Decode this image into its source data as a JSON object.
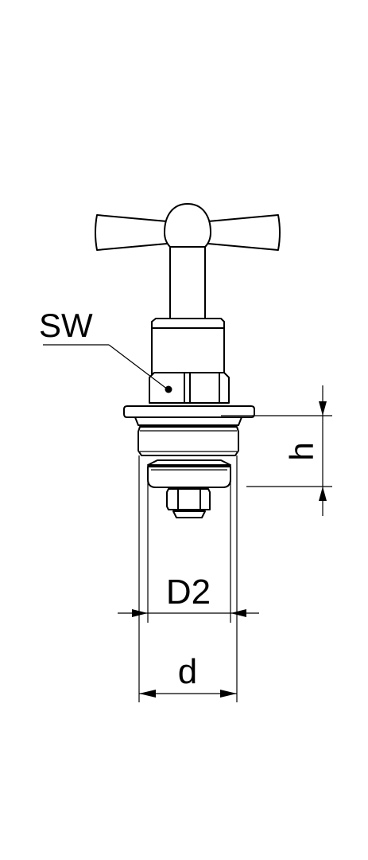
{
  "diagram": {
    "labels": {
      "sw": "SW",
      "h": "h",
      "d2": "D2",
      "d": "d"
    }
  }
}
